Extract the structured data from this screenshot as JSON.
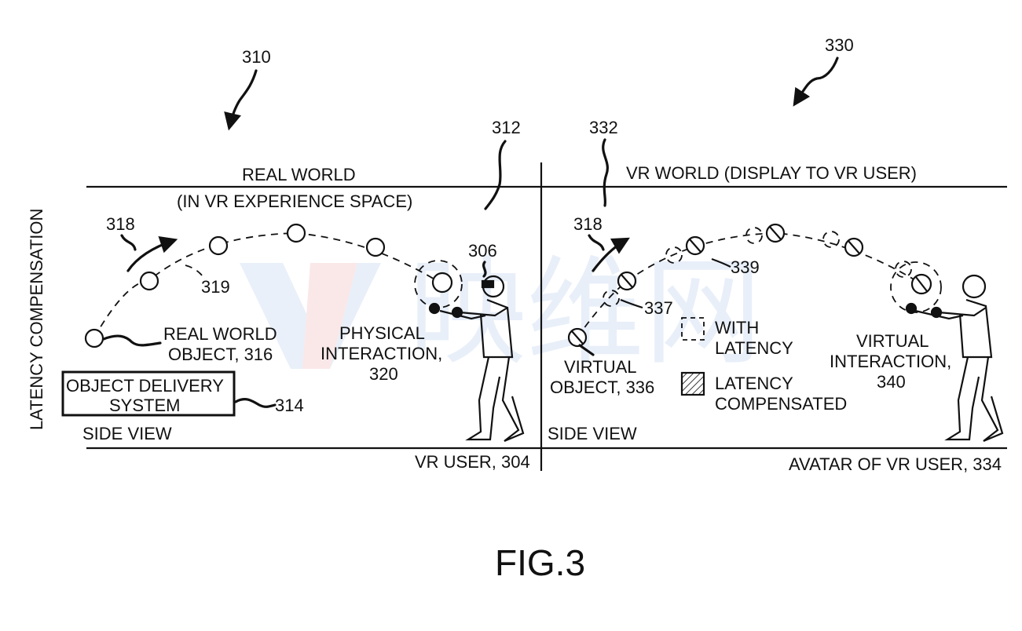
{
  "figure": {
    "title": "FIG.3",
    "side_label": "LATENCY COMPENSATION",
    "watermark_text": "映维网",
    "watermark_colors": [
      "#2a6fc9",
      "#d9282f"
    ]
  },
  "left_panel": {
    "ref": "310",
    "boundary_ref": "312",
    "title_line1": "REAL WORLD",
    "title_line2": "(IN VR EXPERIENCE SPACE)",
    "trajectory_ref": "318",
    "path_ref": "319",
    "object_label_line1": "REAL WORLD",
    "object_label_line2": "OBJECT, 316",
    "delivery_box_line1": "OBJECT DELIVERY",
    "delivery_box_line2": "SYSTEM",
    "delivery_ref": "314",
    "interaction_line1": "PHYSICAL",
    "interaction_line2": "INTERACTION,",
    "interaction_line3": "320",
    "headset_ref": "306",
    "view_label": "SIDE VIEW",
    "user_label": "VR USER, 304"
  },
  "right_panel": {
    "ref": "330",
    "boundary_ref": "332",
    "title": "VR WORLD (DISPLAY TO VR USER)",
    "trajectory_ref": "318",
    "ref_339": "339",
    "ref_337": "337",
    "object_label_line1": "VIRTUAL",
    "object_label_line2": "OBJECT, 336",
    "legend": [
      {
        "symbol": "dashed-square",
        "line1": "WITH",
        "line2": "LATENCY"
      },
      {
        "symbol": "hatched-square",
        "line1": "LATENCY",
        "line2": "COMPENSATED"
      }
    ],
    "interaction_line1": "VIRTUAL",
    "interaction_line2": "INTERACTION,",
    "interaction_line3": "340",
    "view_label": "SIDE VIEW",
    "avatar_label": "AVATAR OF VR USER, 334"
  }
}
